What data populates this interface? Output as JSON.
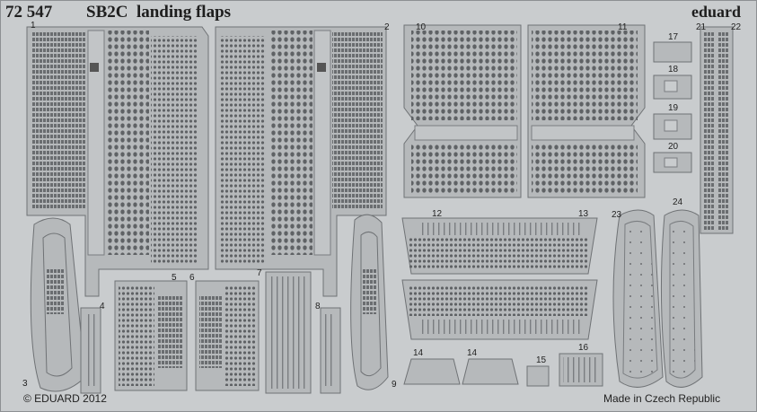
{
  "header": {
    "catalog_number": "72 547",
    "title": "SB2C  landing flaps",
    "brand": "eduard"
  },
  "footer": {
    "copyright": "© EDUARD 2012",
    "origin": "Made in Czech Republic"
  },
  "part_numbers": [
    "1",
    "2",
    "3",
    "4",
    "5",
    "6",
    "7",
    "8",
    "9",
    "10",
    "11",
    "12",
    "13",
    "14",
    "14",
    "15",
    "16",
    "17",
    "18",
    "19",
    "20",
    "21",
    "22",
    "23",
    "24"
  ],
  "colors": {
    "fret": "#c9ccce",
    "part": "#b6b9bb",
    "outline": "#6f7275",
    "hole": "#5d6063",
    "text": "#1e1e1e"
  }
}
